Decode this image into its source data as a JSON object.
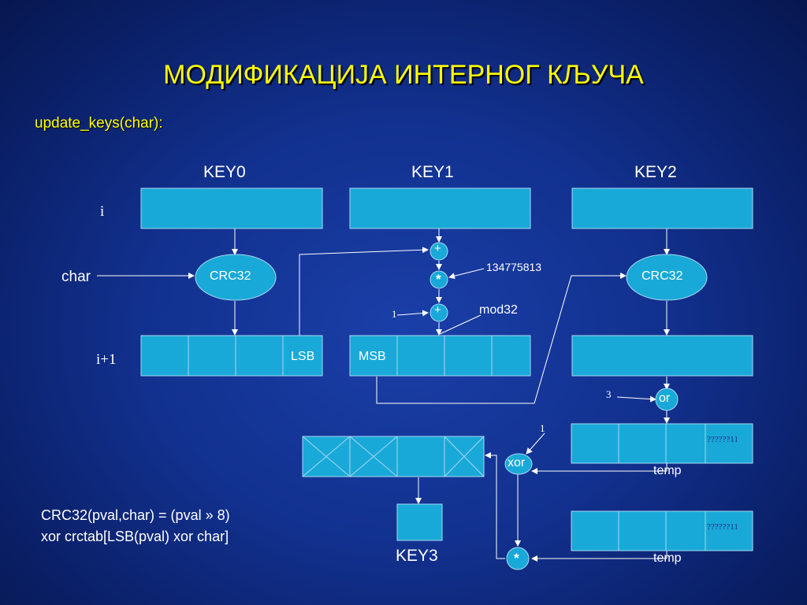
{
  "title": "МОДИФИКАЦИЈА ИНТЕРНОГ КЉУЧА",
  "subtitle": "update_keys(char):",
  "keys": {
    "key0": "KEY0",
    "key1": "KEY1",
    "key2": "KEY2",
    "key3": "KEY3"
  },
  "row_labels": {
    "current": "i",
    "next": "i+1"
  },
  "inputs": {
    "char": "char",
    "constant": "134775813",
    "mod": "mod32",
    "one_a": "1",
    "three": "3",
    "one_b": "1",
    "temp_a": "temp",
    "temp_b": "temp"
  },
  "nodes": {
    "crc32_left": "CRC32",
    "crc32_right": "CRC32",
    "plus_top": "+",
    "mult": "*",
    "plus_bottom": "+",
    "or": "or",
    "xor": "xor",
    "mult_bottom": "*"
  },
  "cells": {
    "lsb": "LSB",
    "msb": "MSB",
    "mask_a": "??????11",
    "mask_b": "??????11"
  },
  "formula": {
    "line1": "CRC32(pval,char) = (pval » 8)",
    "line2": "xor crctab[LSB(pval) xor char]"
  },
  "colors": {
    "box_fill": "#19a9d8",
    "box_stroke": "#a8d8f0",
    "line": "#ffffff",
    "title": "#ffff00"
  }
}
